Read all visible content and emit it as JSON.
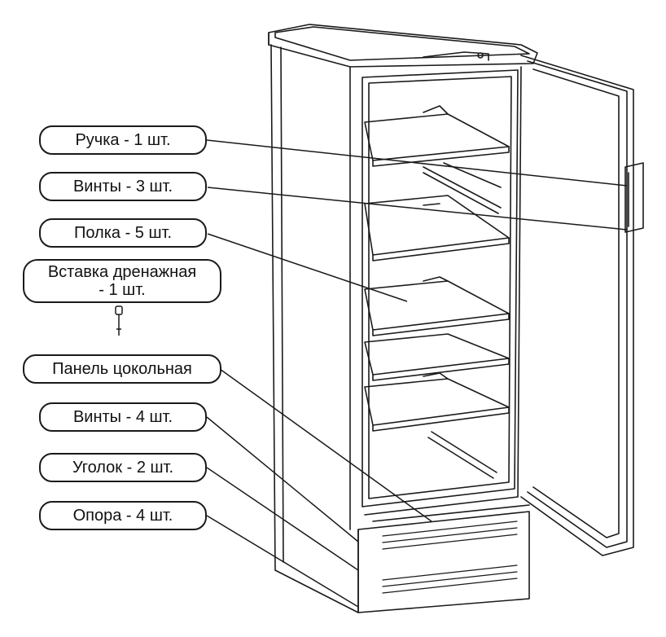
{
  "callouts": {
    "handle": "Ручка - 1 шт.",
    "screws_3": "Винты - 3 шт.",
    "shelf": "Полка - 5 шт.",
    "drain_insert_line1": "Вставка дренажная",
    "drain_insert_line2": "- 1 шт.",
    "base_panel": "Панель цокольная",
    "screws_4": "Винты - 4 шт.",
    "corner": "Уголок - 2 шт.",
    "support": "Опора - 4 шт."
  },
  "colors": {
    "line": "#1a1a1a",
    "background": "#ffffff"
  },
  "icons": [
    "refrigerator-drawing",
    "drain-insert-icon"
  ]
}
